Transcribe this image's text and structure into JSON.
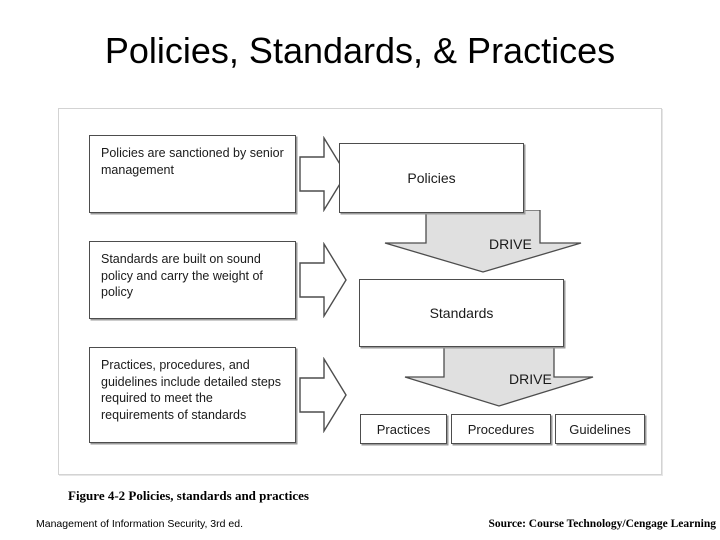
{
  "slide": {
    "title": "Policies, Standards, & Practices"
  },
  "figure": {
    "statements": [
      {
        "id": "policies",
        "text": "Policies are sanctioned by senior management"
      },
      {
        "id": "standards",
        "text": "Standards are built on sound policy and carry the weight of policy"
      },
      {
        "id": "practices",
        "text": "Practices, procedures, and guidelines include detailed steps required to meet the requirements of standards"
      }
    ],
    "nodes": [
      {
        "id": "policies",
        "label": "Policies"
      },
      {
        "id": "standards",
        "label": "Standards"
      }
    ],
    "leaves": [
      {
        "id": "practices",
        "label": "Practices"
      },
      {
        "id": "procedures",
        "label": "Procedures"
      },
      {
        "id": "guidelines",
        "label": "Guidelines"
      }
    ],
    "drive_arrows": [
      {
        "id": "policies-to-standards",
        "label": "DRIVE"
      },
      {
        "id": "standards-to-practices",
        "label": "DRIVE"
      }
    ],
    "chevrons": [
      {
        "id": "chevron-policies",
        "direction": "right"
      },
      {
        "id": "chevron-standards",
        "direction": "right"
      },
      {
        "id": "chevron-practices",
        "direction": "right"
      }
    ]
  },
  "captions": {
    "figure": "Figure 4-2 Policies, standards and practices",
    "book": "Management of Information Security, 3rd ed.",
    "source": "Source: Course Technology/Cengage Learning"
  },
  "colors": {
    "background": "#ffffff",
    "text": "#000000",
    "box_border": "#4d4d4d",
    "box_shadow": "#9a9a9a",
    "frame_border": "#d3d3d3",
    "drive_fill": "#e0e0e0",
    "drive_stroke": "#4d4d4d"
  }
}
